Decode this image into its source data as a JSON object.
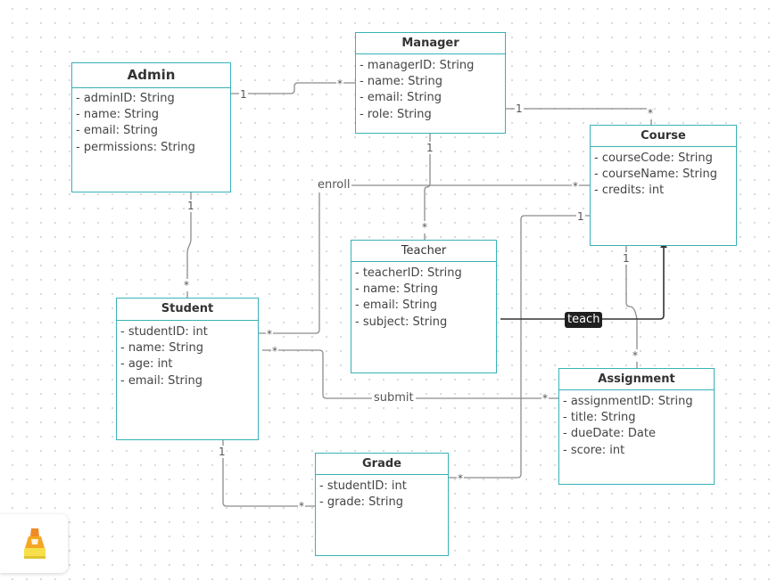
{
  "classes": {
    "admin": {
      "name": "Admin",
      "attributes": [
        "- adminID: String",
        " - name: String",
        "- email: String",
        " - permissions: String"
      ]
    },
    "manager": {
      "name": "Manager",
      "attributes": [
        "- managerID: String",
        "- name: String",
        "- email: String",
        "- role: String"
      ]
    },
    "course": {
      "name": "Course",
      "attributes": [
        "- courseCode: String",
        "- courseName: String",
        "- credits: int"
      ]
    },
    "teacher": {
      "name": "Teacher",
      "attributes": [
        "- teacherID: String",
        "- name: String",
        "- email: String",
        "- subject: String"
      ]
    },
    "student": {
      "name": "Student",
      "attributes": [
        "- studentID: int",
        "- name: String",
        "- age: int",
        "- email: String"
      ]
    },
    "assignment": {
      "name": "Assignment",
      "attributes": [
        "- assignmentID: String",
        "- title: String",
        "- dueDate: Date",
        "- score: int"
      ]
    },
    "grade": {
      "name": "Grade",
      "attributes": [
        "- studentID: int",
        "- grade: String"
      ]
    }
  },
  "relations": {
    "admin_manager": {
      "from": "1",
      "to": "*"
    },
    "manager_course": {
      "from": "1",
      "to": "*"
    },
    "manager_teacher": {
      "from": "1",
      "to": "*"
    },
    "admin_student": {
      "from": "1",
      "to": "*"
    },
    "enroll": {
      "label": "enroll",
      "from": "*",
      "to": "*"
    },
    "grade_course": {
      "from": "*",
      "to": "1"
    },
    "teach": {
      "label": "teach"
    },
    "course_assignment": {
      "from": "1",
      "to": "*"
    },
    "submit": {
      "label": "submit",
      "from": "*",
      "to": "*"
    },
    "student_grade": {
      "from": "1",
      "to": "*"
    }
  },
  "colors": {
    "class_border": "#38b2b8",
    "connector": "#8c8c8c",
    "teach_connector": "#333333",
    "teach_label_bg": "#1f1f1f"
  },
  "app_icon": "highlighter-marker-icon"
}
